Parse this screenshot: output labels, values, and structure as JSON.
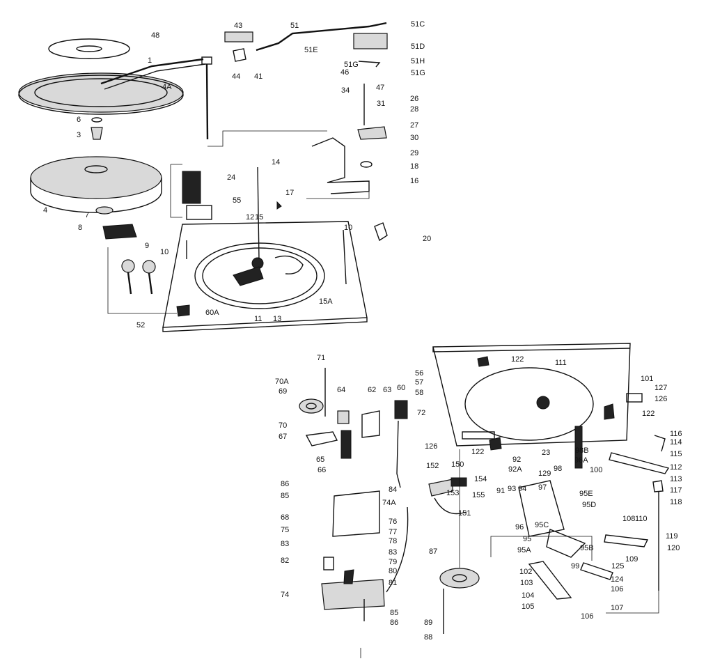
{
  "diagram": {
    "callouts": [
      {
        "id": "c-48",
        "text": "48"
      },
      {
        "id": "c-1",
        "text": "1"
      },
      {
        "id": "c-4a",
        "text": "4A"
      },
      {
        "id": "c-6",
        "text": "6"
      },
      {
        "id": "c-3",
        "text": "3"
      },
      {
        "id": "c-4",
        "text": "4"
      },
      {
        "id": "c-7",
        "text": "7"
      },
      {
        "id": "c-8",
        "text": "8"
      },
      {
        "id": "c-9",
        "text": "9"
      },
      {
        "id": "c-10a",
        "text": "10"
      },
      {
        "id": "c-10b",
        "text": "10"
      },
      {
        "id": "c-24",
        "text": "24"
      },
      {
        "id": "c-55",
        "text": "55"
      },
      {
        "id": "c-14",
        "text": "14"
      },
      {
        "id": "c-17",
        "text": "17"
      },
      {
        "id": "c-12",
        "text": "12"
      },
      {
        "id": "c-15",
        "text": "15"
      },
      {
        "id": "c-15a",
        "text": "15A"
      },
      {
        "id": "c-60a",
        "text": "60A"
      },
      {
        "id": "c-11",
        "text": "11"
      },
      {
        "id": "c-13",
        "text": "13"
      },
      {
        "id": "c-52",
        "text": "52"
      },
      {
        "id": "c-43",
        "text": "43"
      },
      {
        "id": "c-44",
        "text": "44"
      },
      {
        "id": "c-41",
        "text": "41"
      },
      {
        "id": "c-51",
        "text": "51"
      },
      {
        "id": "c-51e",
        "text": "51E"
      },
      {
        "id": "c-51c",
        "text": "51C"
      },
      {
        "id": "c-51d",
        "text": "51D"
      },
      {
        "id": "c-51g-l",
        "text": "51G"
      },
      {
        "id": "c-51h",
        "text": "51H"
      },
      {
        "id": "c-51g-r",
        "text": "51G"
      },
      {
        "id": "c-46",
        "text": "46"
      },
      {
        "id": "c-34",
        "text": "34"
      },
      {
        "id": "c-47",
        "text": "47"
      },
      {
        "id": "c-26",
        "text": "26"
      },
      {
        "id": "c-31",
        "text": "31"
      },
      {
        "id": "c-28",
        "text": "28"
      },
      {
        "id": "c-27",
        "text": "27"
      },
      {
        "id": "c-30",
        "text": "30"
      },
      {
        "id": "c-29",
        "text": "29"
      },
      {
        "id": "c-18",
        "text": "18"
      },
      {
        "id": "c-16",
        "text": "16"
      },
      {
        "id": "c-20",
        "text": "20"
      },
      {
        "id": "c-71",
        "text": "71"
      },
      {
        "id": "c-70a",
        "text": "70A"
      },
      {
        "id": "c-69",
        "text": "69"
      },
      {
        "id": "c-70",
        "text": "70"
      },
      {
        "id": "c-67",
        "text": "67"
      },
      {
        "id": "c-64",
        "text": "64"
      },
      {
        "id": "c-65",
        "text": "65"
      },
      {
        "id": "c-66",
        "text": "66"
      },
      {
        "id": "c-62",
        "text": "62"
      },
      {
        "id": "c-63",
        "text": "63"
      },
      {
        "id": "c-60",
        "text": "60"
      },
      {
        "id": "c-72",
        "text": "72"
      },
      {
        "id": "c-86a",
        "text": "86"
      },
      {
        "id": "c-85a",
        "text": "85"
      },
      {
        "id": "c-84",
        "text": "84"
      },
      {
        "id": "c-74a",
        "text": "74A"
      },
      {
        "id": "c-68",
        "text": "68"
      },
      {
        "id": "c-75",
        "text": "75"
      },
      {
        "id": "c-76",
        "text": "76"
      },
      {
        "id": "c-77",
        "text": "77"
      },
      {
        "id": "c-78",
        "text": "78"
      },
      {
        "id": "c-83a",
        "text": "83"
      },
      {
        "id": "c-83b",
        "text": "83"
      },
      {
        "id": "c-79",
        "text": "79"
      },
      {
        "id": "c-80",
        "text": "80"
      },
      {
        "id": "c-82",
        "text": "82"
      },
      {
        "id": "c-81",
        "text": "81"
      },
      {
        "id": "c-74",
        "text": "74"
      },
      {
        "id": "c-85b",
        "text": "85"
      },
      {
        "id": "c-86b",
        "text": "86"
      },
      {
        "id": "c-56",
        "text": "56"
      },
      {
        "id": "c-57",
        "text": "57"
      },
      {
        "id": "c-58",
        "text": "58"
      },
      {
        "id": "c-122a",
        "text": "122"
      },
      {
        "id": "c-111",
        "text": "111"
      },
      {
        "id": "c-101",
        "text": "101"
      },
      {
        "id": "c-127",
        "text": "127"
      },
      {
        "id": "c-126a",
        "text": "126"
      },
      {
        "id": "c-122b",
        "text": "122"
      },
      {
        "id": "c-126b",
        "text": "126"
      },
      {
        "id": "c-122c",
        "text": "122"
      },
      {
        "id": "c-116",
        "text": "116"
      },
      {
        "id": "c-114",
        "text": "114"
      },
      {
        "id": "c-115",
        "text": "115"
      },
      {
        "id": "c-112",
        "text": "112"
      },
      {
        "id": "c-113",
        "text": "113"
      },
      {
        "id": "c-117",
        "text": "117"
      },
      {
        "id": "c-118",
        "text": "118"
      },
      {
        "id": "c-152",
        "text": "152"
      },
      {
        "id": "c-150",
        "text": "150"
      },
      {
        "id": "c-154",
        "text": "154"
      },
      {
        "id": "c-153",
        "text": "153"
      },
      {
        "id": "c-155",
        "text": "155"
      },
      {
        "id": "c-151",
        "text": "151"
      },
      {
        "id": "c-92",
        "text": "92"
      },
      {
        "id": "c-92a",
        "text": "92A"
      },
      {
        "id": "c-91",
        "text": "91"
      },
      {
        "id": "c-93",
        "text": "93"
      },
      {
        "id": "c-94",
        "text": "94"
      },
      {
        "id": "c-97",
        "text": "97"
      },
      {
        "id": "c-98",
        "text": "98"
      },
      {
        "id": "c-98a",
        "text": "98A"
      },
      {
        "id": "c-98b",
        "text": "98B"
      },
      {
        "id": "c-23",
        "text": "23"
      },
      {
        "id": "c-129",
        "text": "129"
      },
      {
        "id": "c-100",
        "text": "100"
      },
      {
        "id": "c-95e",
        "text": "95E"
      },
      {
        "id": "c-95d",
        "text": "95D"
      },
      {
        "id": "c-95c",
        "text": "95C"
      },
      {
        "id": "c-96",
        "text": "96"
      },
      {
        "id": "c-95",
        "text": "95"
      },
      {
        "id": "c-95a",
        "text": "95A"
      },
      {
        "id": "c-95b",
        "text": "95B"
      },
      {
        "id": "c-108",
        "text": "108"
      },
      {
        "id": "c-110",
        "text": "110"
      },
      {
        "id": "c-109",
        "text": "109"
      },
      {
        "id": "c-119",
        "text": "119"
      },
      {
        "id": "c-120",
        "text": "120"
      },
      {
        "id": "c-125",
        "text": "125"
      },
      {
        "id": "c-124",
        "text": "124"
      },
      {
        "id": "c-106a",
        "text": "106"
      },
      {
        "id": "c-107",
        "text": "107"
      },
      {
        "id": "c-106b",
        "text": "106"
      },
      {
        "id": "c-99",
        "text": "99"
      },
      {
        "id": "c-87",
        "text": "87"
      },
      {
        "id": "c-102",
        "text": "102"
      },
      {
        "id": "c-103",
        "text": "103"
      },
      {
        "id": "c-104",
        "text": "104"
      },
      {
        "id": "c-105",
        "text": "105"
      },
      {
        "id": "c-89",
        "text": "89"
      },
      {
        "id": "c-88",
        "text": "88"
      }
    ]
  }
}
